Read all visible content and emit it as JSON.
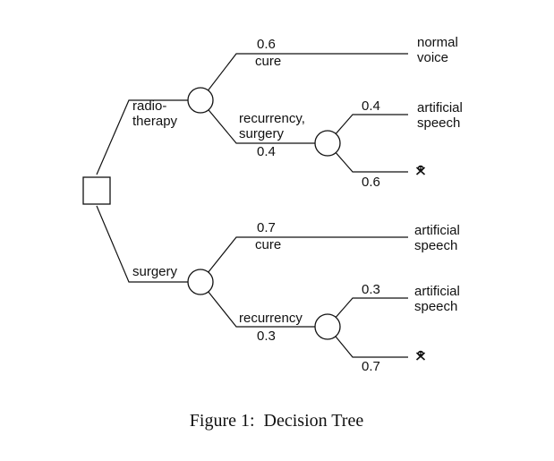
{
  "diagram": {
    "decision": {
      "options": [
        {
          "label_lines": [
            "radio-",
            "therapy"
          ],
          "outcomes": [
            {
              "prob": "0.6",
              "label_lines": [
                "cure"
              ],
              "result_lines": [
                "normal",
                "voice"
              ]
            },
            {
              "prob": "0.4",
              "label_lines": [
                "recurrency,",
                "surgery"
              ],
              "outcomes": [
                {
                  "prob": "0.4",
                  "result_lines": [
                    "artificial",
                    "speech"
                  ]
                },
                {
                  "prob": "0.6",
                  "result_icon": "skull-crossbones-icon"
                }
              ]
            }
          ]
        },
        {
          "label_lines": [
            "surgery"
          ],
          "outcomes": [
            {
              "prob": "0.7",
              "label_lines": [
                "cure"
              ],
              "result_lines": [
                "artificial",
                "speech"
              ]
            },
            {
              "prob": "0.3",
              "label_lines": [
                "recurrency"
              ],
              "outcomes": [
                {
                  "prob": "0.3",
                  "result_lines": [
                    "artificial",
                    "speech"
                  ]
                },
                {
                  "prob": "0.7",
                  "result_icon": "skull-crossbones-icon"
                }
              ]
            }
          ]
        }
      ]
    }
  },
  "caption": "Figure 1:  Decision Tree"
}
